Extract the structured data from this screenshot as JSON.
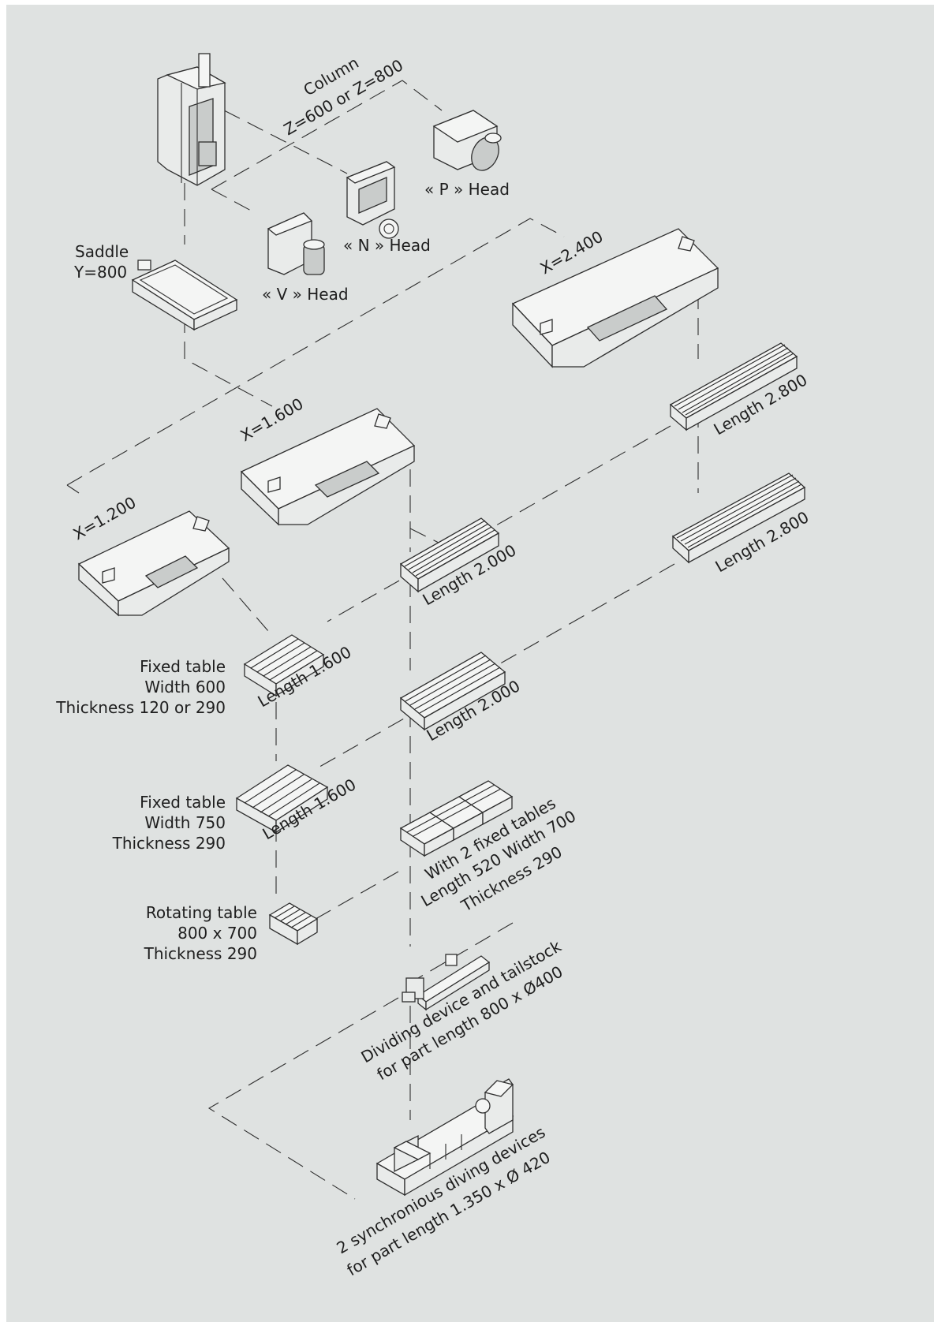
{
  "labels": {
    "column_line1": "Column",
    "column_line2": "Z=600 or Z=800",
    "p_head": "«  P  » Head",
    "n_head": "«  N  » Head",
    "v_head": "«  V  » Head",
    "saddle_line1": "Saddle",
    "saddle_line2": "Y=800",
    "x2400": "X=2.400",
    "x1600": "X=1.600",
    "x1200": "X=1.200",
    "len2800_a": "Length 2.800",
    "len2800_b": "Length 2.800",
    "len2000_a": "Length 2.000",
    "len2000_b": "Length 2.000",
    "len1600_a": "Length 1.600",
    "len1600_b": "Length 1.600",
    "fixed600_line1": "Fixed table",
    "fixed600_line2": "Width 600",
    "fixed600_line3": "Thickness 120 or 290",
    "fixed750_line1": "Fixed table",
    "fixed750_line2": "Width 750",
    "fixed750_line3": "Thickness 290",
    "two_tables_line1": "With 2 fixed tables",
    "two_tables_line2": "Length 520 Width 700",
    "two_tables_line3": "Thickness 290",
    "rotating_line1": "Rotating table",
    "rotating_line2": "800 x 700",
    "rotating_line3": "Thickness 290",
    "dividing_line1": "Dividing device and tailstock",
    "dividing_line2": "for part length 800 x Ø400",
    "sync_line1": "2 synchronious diving devices",
    "sync_line2": "for part length 1.350 x Ø 420"
  }
}
